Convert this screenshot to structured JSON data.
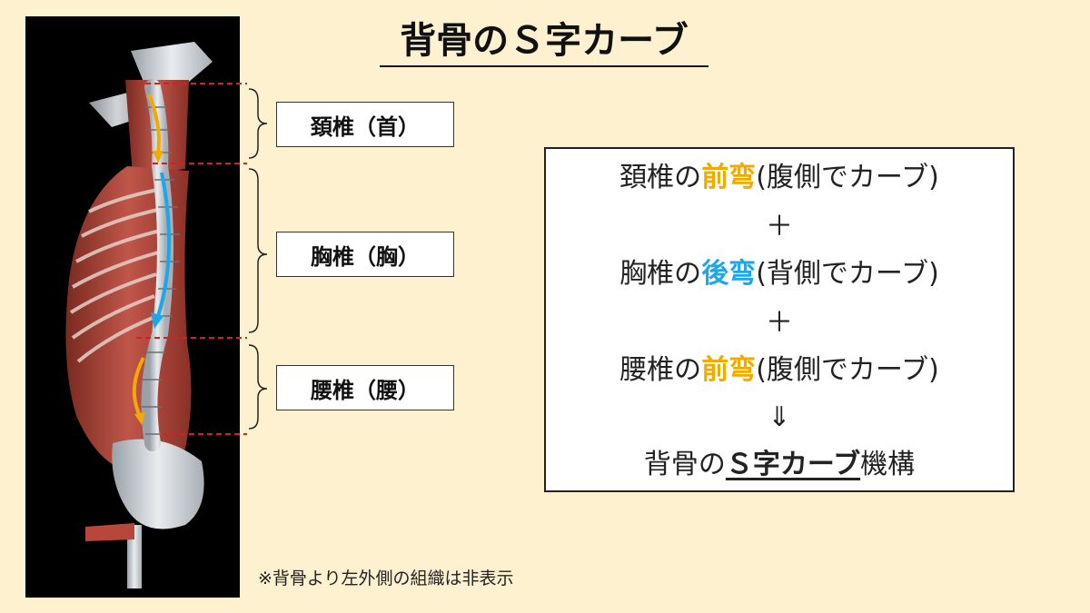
{
  "title": "背骨のＳ字カーブ",
  "sections": {
    "cervical": "頚椎（首）",
    "thoracic": "胸椎（胸）",
    "lumbar": "腰椎（腰）"
  },
  "summary": {
    "row1": {
      "region": "頚椎の",
      "curve": "前弯",
      "detail": "(腹側でカーブ)"
    },
    "plus1": "＋",
    "row2": {
      "region": "胸椎の",
      "curve": "後弯",
      "detail": "(背側でカーブ)"
    },
    "plus2": "＋",
    "row3": {
      "region": "腰椎の",
      "curve": "前弯",
      "detail": "(腹側でカーブ)"
    },
    "arrow": "⇓",
    "conclusion": {
      "prefix": "背骨の",
      "highlight": "Ｓ字カーブ",
      "suffix": "機構"
    }
  },
  "footnote": "※背骨より左外側の組織は非表示",
  "colors": {
    "background": "#fdf1cf",
    "lordosis": "#f2a900",
    "kyphosis": "#1ca7e8",
    "guide_lines": "#d62020"
  }
}
